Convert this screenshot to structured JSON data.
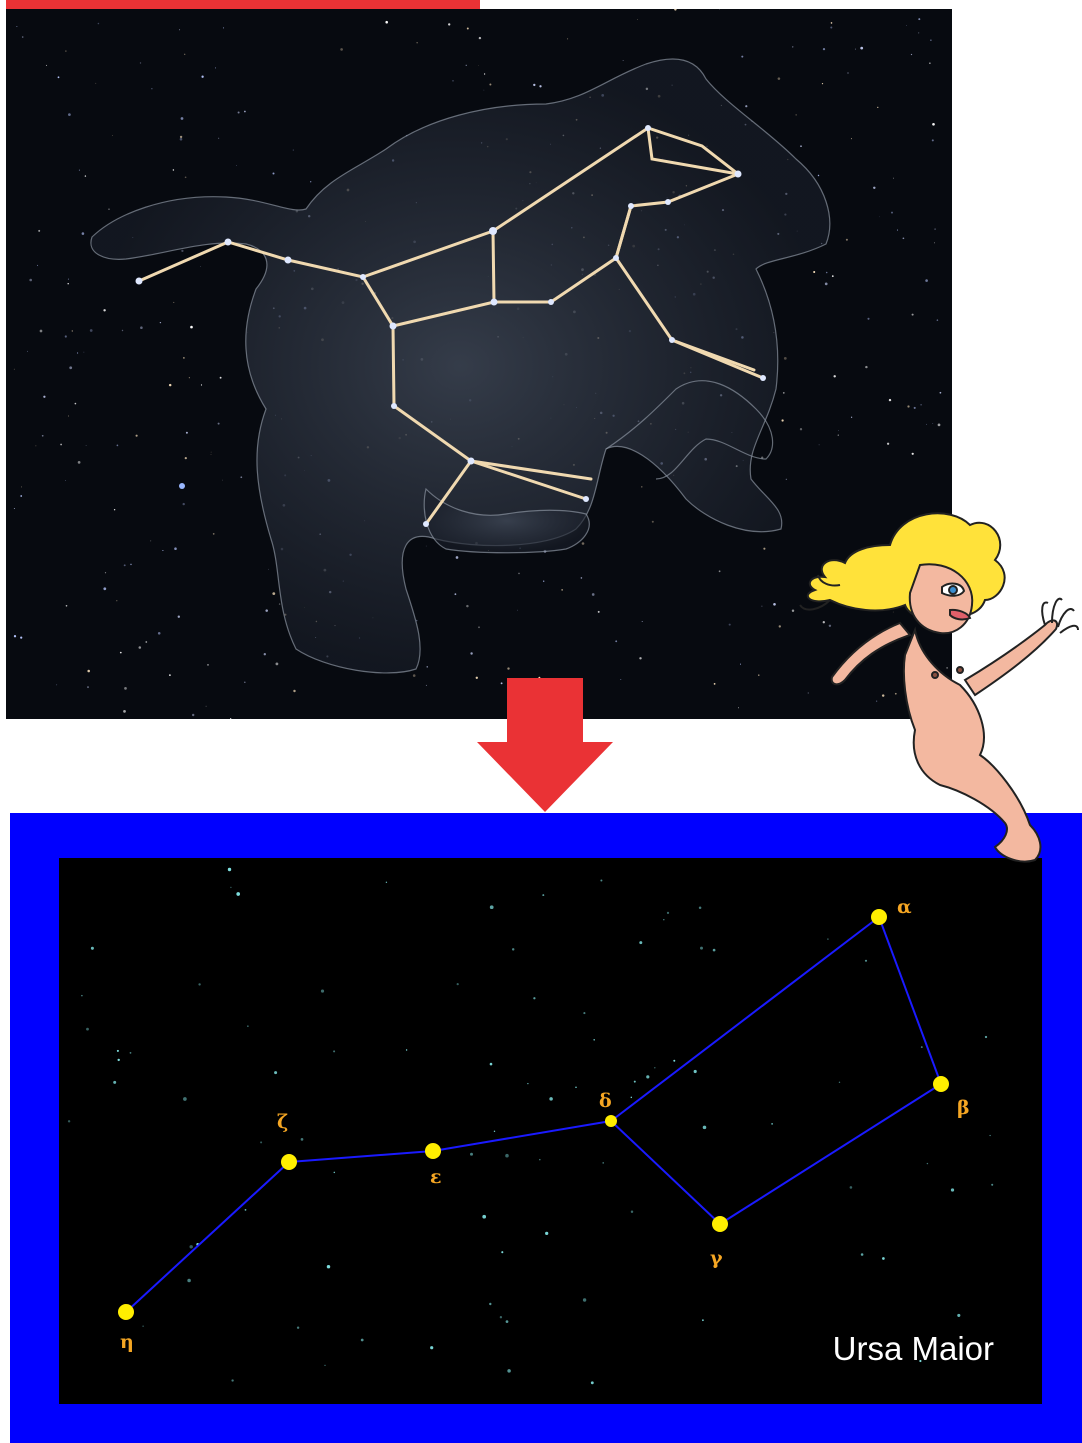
{
  "colors": {
    "top_bar": "#ea3235",
    "arrow": "#ea3235",
    "frame": "#0000ff",
    "chart_background": "#000000",
    "star_color": "#ffee00",
    "line_color": "#1a1aff",
    "label_color": "#f5a623",
    "faint_star_color": "#7fe0e0",
    "photo_line_color": "#f0d9b0"
  },
  "icons": {
    "arrow": "down-arrow-icon",
    "cartoon": "nymph-figure-illustration"
  },
  "chart": {
    "title": "Ursa Maior",
    "stars": [
      {
        "id": "alpha",
        "label": "α"
      },
      {
        "id": "beta",
        "label": "β"
      },
      {
        "id": "gamma",
        "label": "γ"
      },
      {
        "id": "delta",
        "label": "δ"
      },
      {
        "id": "epsilon",
        "label": "ε"
      },
      {
        "id": "zeta",
        "label": "ζ"
      },
      {
        "id": "eta",
        "label": "η"
      }
    ],
    "connections": [
      [
        "eta",
        "zeta"
      ],
      [
        "zeta",
        "epsilon"
      ],
      [
        "epsilon",
        "delta"
      ],
      [
        "delta",
        "alpha"
      ],
      [
        "alpha",
        "beta"
      ],
      [
        "beta",
        "gamma"
      ],
      [
        "gamma",
        "delta"
      ]
    ]
  }
}
